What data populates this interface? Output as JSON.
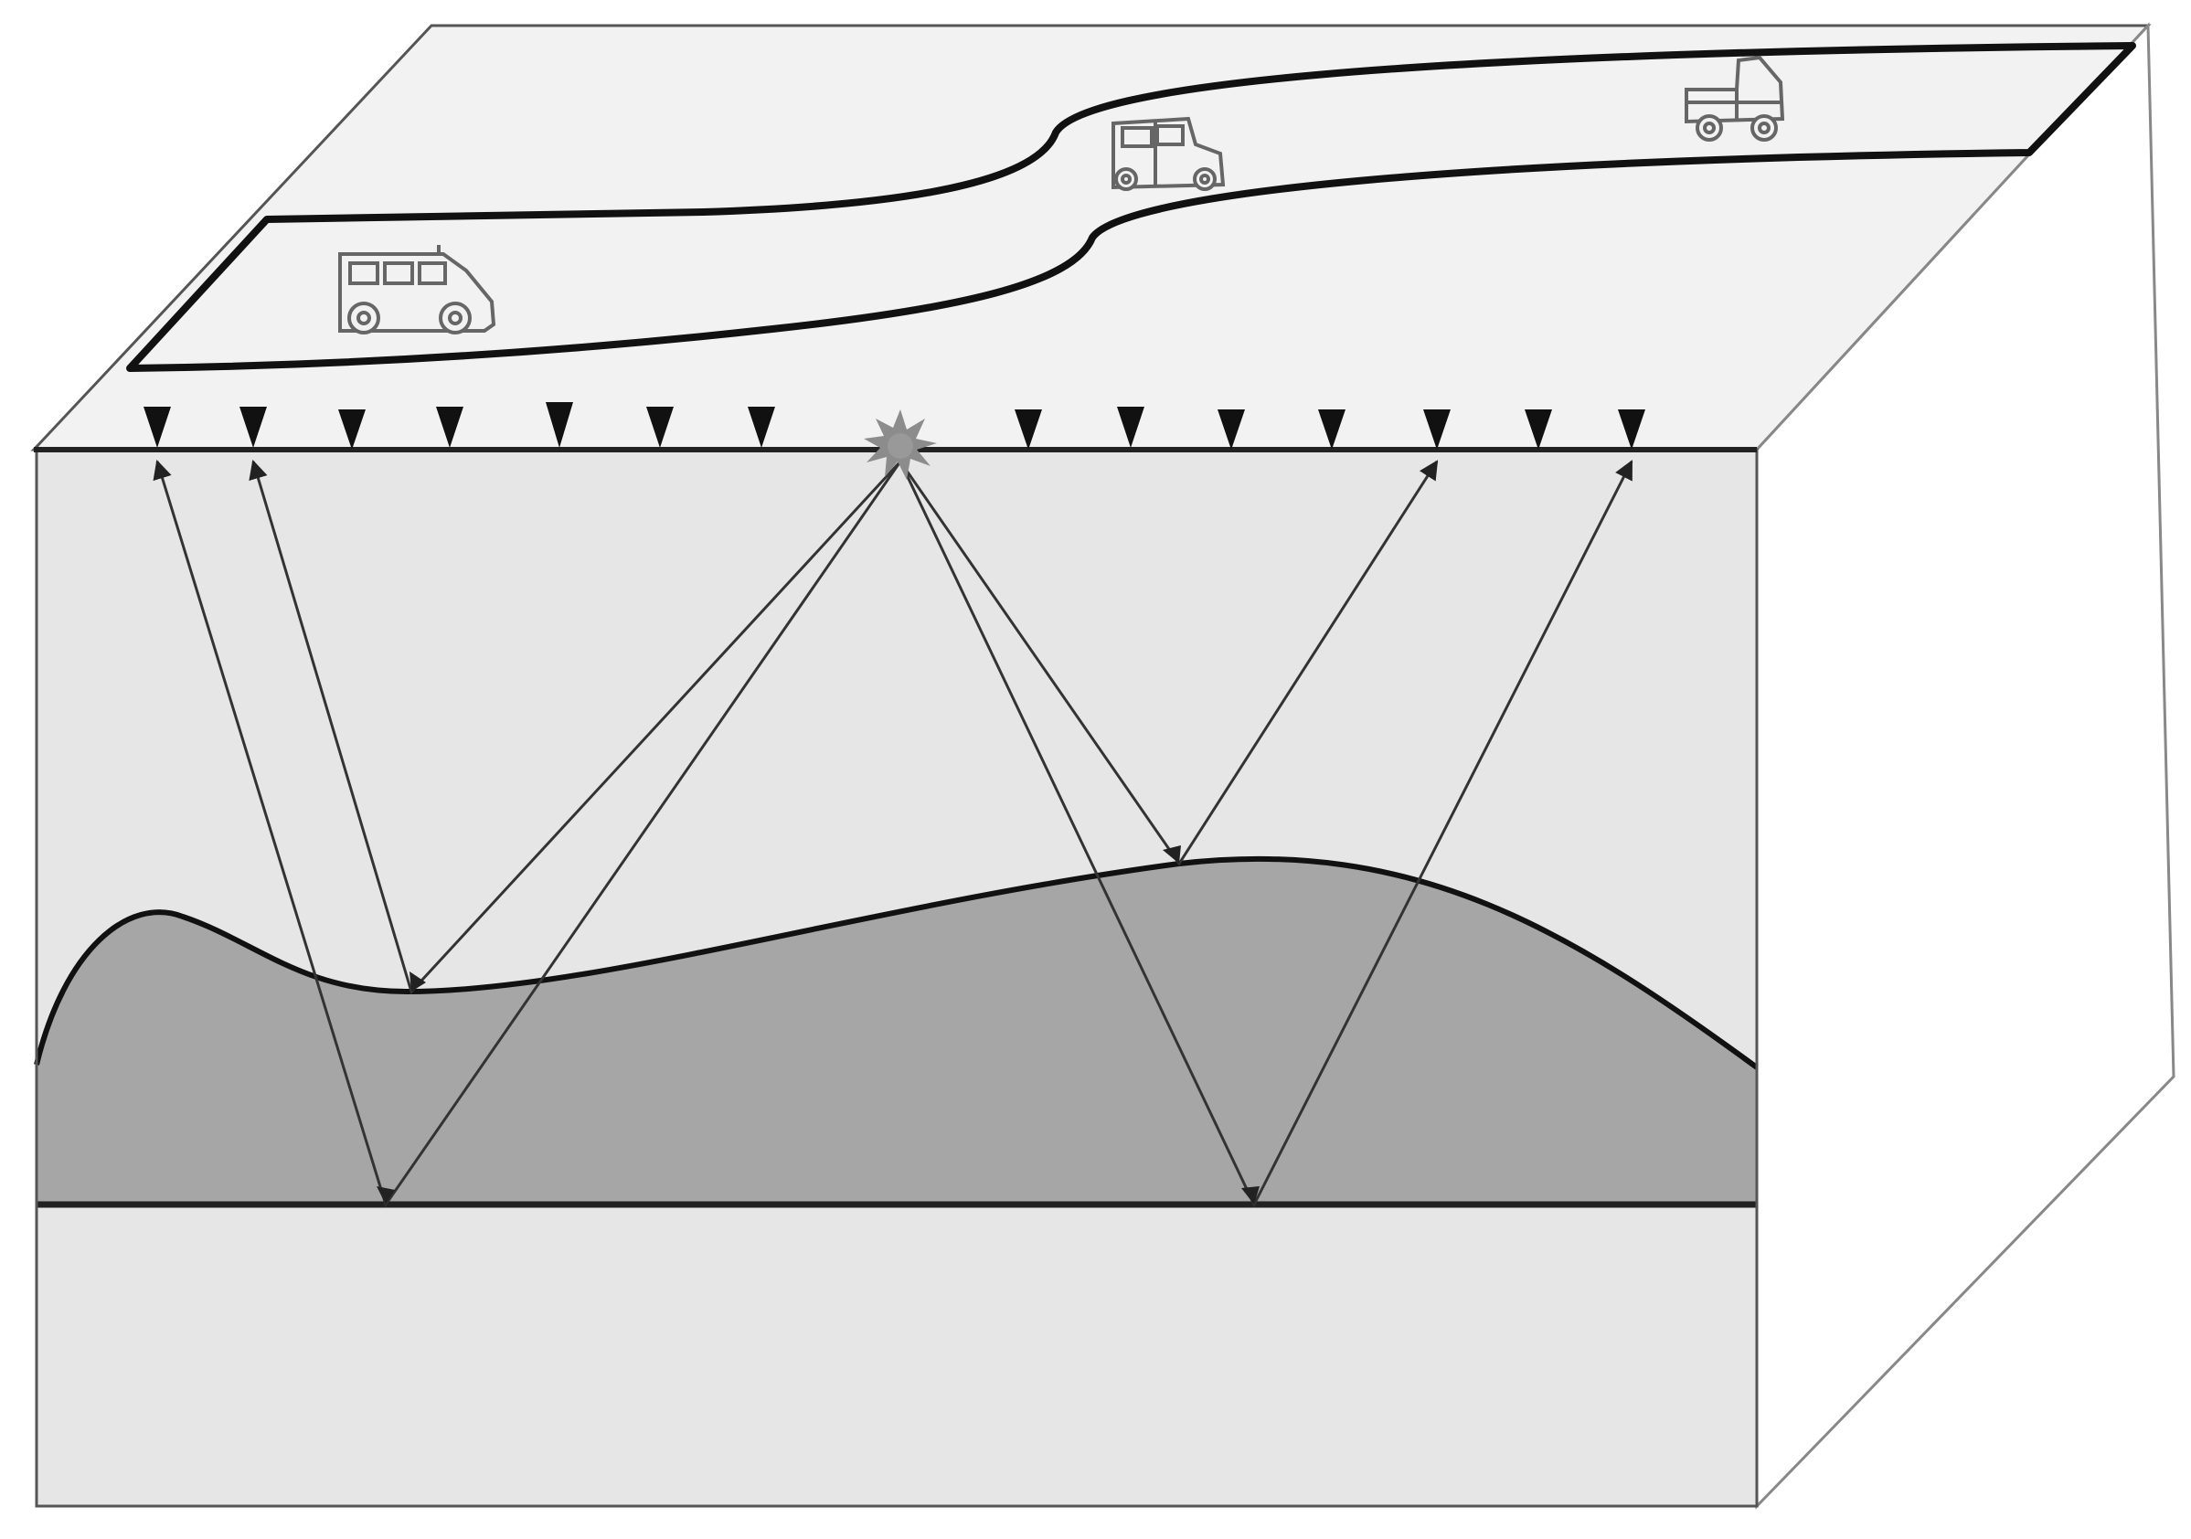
{
  "diagram": {
    "description_text": "",
    "colors": {
      "top_face": "#f2f2f2",
      "side_face": "#ffffff",
      "upper_layer": "#e6e6e6",
      "middle_layer": "#a6a6a6",
      "lower_layer": "#e6e6e6",
      "outline": "#1a1a1a",
      "ray": "#333333",
      "source_burst": "#8c8c8c",
      "vehicle_outline": "#666666"
    },
    "icons": {
      "source": "explosion-burst-icon",
      "receiver": "geophone-triangle-icon",
      "vehicles": [
        "van-icon",
        "utility-vehicle-icon",
        "pickup-truck-icon"
      ]
    },
    "receiver_count": 14,
    "ray_paths": [
      {
        "id": "ray-left-deep",
        "reflector": "flat-reflector"
      },
      {
        "id": "ray-left-shallow",
        "reflector": "curved-reflector"
      },
      {
        "id": "ray-right-shallow",
        "reflector": "curved-reflector"
      },
      {
        "id": "ray-right-deep",
        "reflector": "flat-reflector"
      }
    ]
  }
}
